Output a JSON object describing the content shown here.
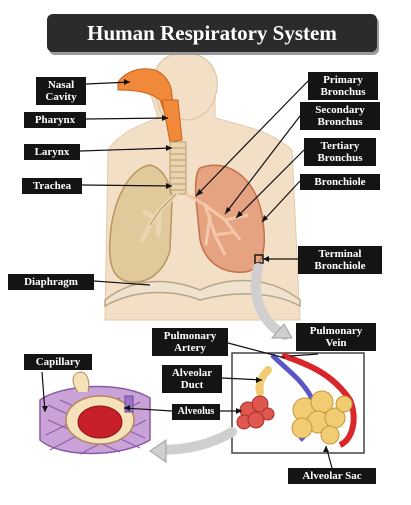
{
  "title": "Human Respiratory System",
  "labels": {
    "nasal_cavity": "Nasal\nCavity",
    "pharynx": "Pharynx",
    "larynx": "Larynx",
    "trachea": "Trachea",
    "diaphragm": "Diaphragm",
    "primary_bronchus": "Primary\nBronchus",
    "secondary_bronchus": "Secondary\nBronchus",
    "tertiary_bronchus": "Tertiary\nBronchus",
    "bronchiole": "Bronchiole",
    "terminal_bronchiole": "Terminal\nBronchiole",
    "pulmonary_artery": "Pulmonary\nArtery",
    "pulmonary_vein": "Pulmonary\nVein",
    "alveolar_duct": "Alveolar\nDuct",
    "alveolus": "Alveolus",
    "capillary": "Capillary",
    "alveolar_sac": "Alveolar Sac"
  },
  "colors": {
    "label_bg": "#141414",
    "skin": "#f3dfc6",
    "lung_left": "#e0c99a",
    "lung_right": "#e6a382",
    "airway": "#f08a3a",
    "vessel_red": "#d8262a",
    "vessel_blue": "#5a56c8",
    "capillary_purple": "#b07cc6"
  }
}
